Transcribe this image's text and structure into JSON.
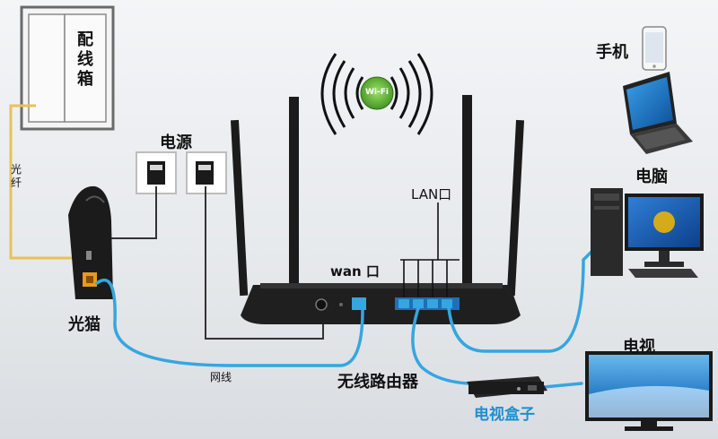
{
  "labels": {
    "distribution_box": "配线箱",
    "fiber": "光纤",
    "power": "电源",
    "optical_modem": "光猫",
    "network_cable": "网线",
    "wan_port": "wan 口",
    "lan_port": "LAN口",
    "wireless_router": "无线路由器",
    "phone": "手机",
    "computer": "电脑",
    "tv": "电视",
    "tv_box": "电视盒子",
    "wifi": "Wi-Fi"
  },
  "colors": {
    "ethernet": "#35a6e0",
    "fiber": "#e8c15a",
    "power_cord": "#333333",
    "device_dark": "#1b1b1b",
    "tv_box_label": "#1f8fd0"
  }
}
